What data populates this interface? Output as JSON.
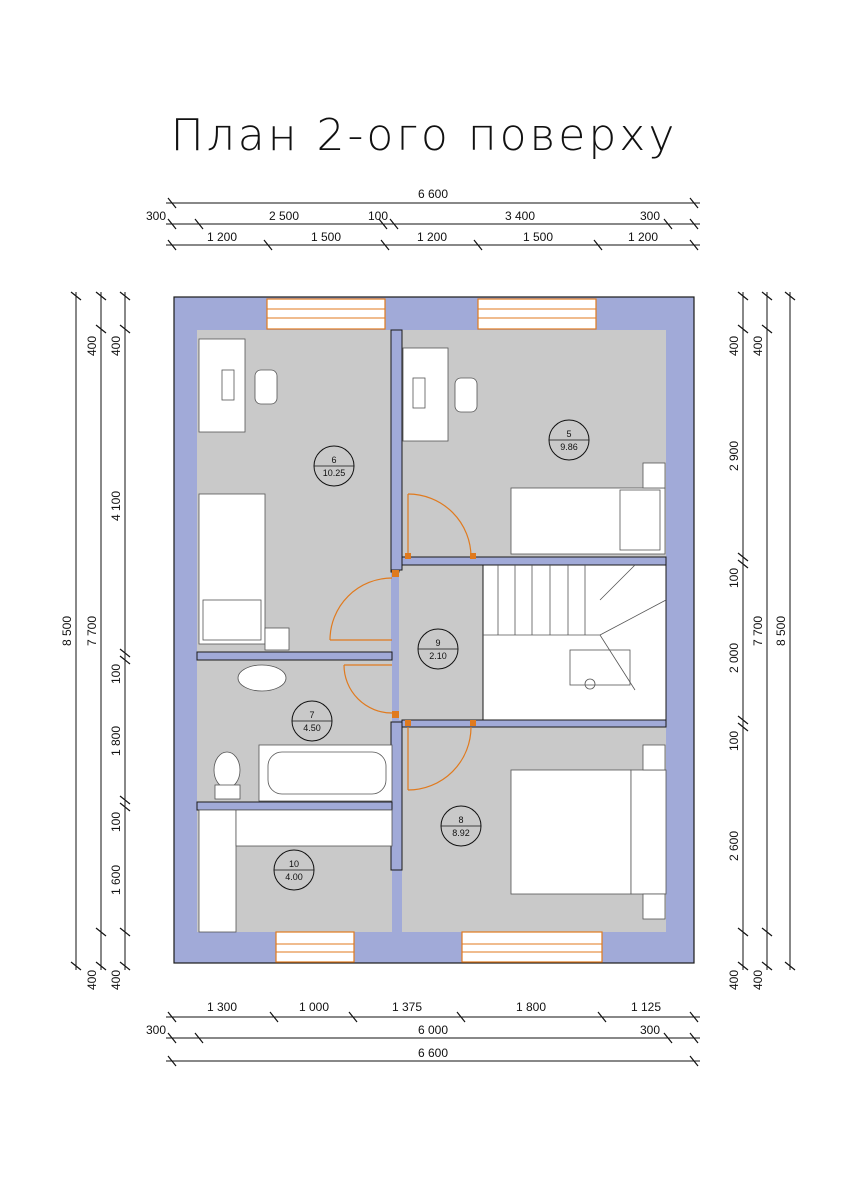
{
  "title": "План 2-ого поверху",
  "dimensions": {
    "top_total": "6 600",
    "top_row2": [
      "300",
      "2 500",
      "100",
      "3 400",
      "300"
    ],
    "top_row3": [
      "1 200",
      "1 500",
      "1 200",
      "1 500",
      "1 200"
    ],
    "bottom_row1": [
      "1 300",
      "1 000",
      "1 375",
      "1 800",
      "1 125"
    ],
    "bottom_row2": [
      "300",
      "6 000",
      "300"
    ],
    "bottom_total": "6 600",
    "left_total": "8 500",
    "left_inner": "7 700",
    "left_chain": [
      "400",
      "4 100",
      "100",
      "1 800",
      "100",
      "1 600",
      "400"
    ],
    "left_extra": [
      "400",
      "400"
    ],
    "right_total": "8 500",
    "right_inner": "7 700",
    "right_chain": [
      "400",
      "2 900",
      "100",
      "2 000",
      "100",
      "2 600",
      "400"
    ],
    "right_extra": [
      "400",
      "400"
    ]
  },
  "rooms": [
    {
      "number": "6",
      "area": "10.25"
    },
    {
      "number": "5",
      "area": "9.86"
    },
    {
      "number": "9",
      "area": "2.10"
    },
    {
      "number": "7",
      "area": "4.50"
    },
    {
      "number": "8",
      "area": "8.92"
    },
    {
      "number": "10",
      "area": "4.00"
    }
  ],
  "colors": {
    "wall": "#a1aad8",
    "floor": "#c9c9c9",
    "door_window": "#e07a1e"
  }
}
